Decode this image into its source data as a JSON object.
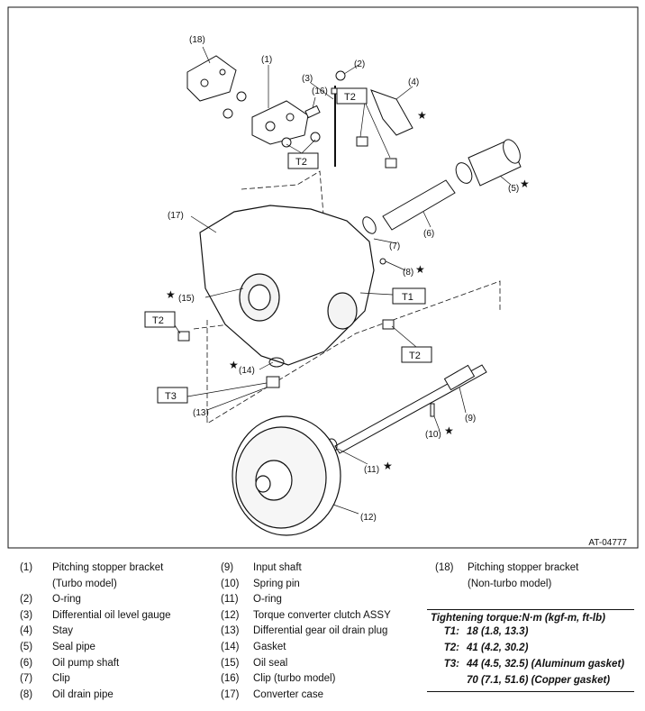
{
  "figure": {
    "reference": "AT-04777",
    "callouts": [
      "(1)",
      "(2)",
      "(3)",
      "(4)",
      "(5)",
      "(6)",
      "(7)",
      "(8)",
      "(9)",
      "(10)",
      "(11)",
      "(12)",
      "(13)",
      "(14)",
      "(15)",
      "(16)",
      "(17)",
      "(18)"
    ],
    "torque_boxes": [
      "T1",
      "T2",
      "T3"
    ]
  },
  "legend": {
    "col1": [
      {
        "num": "(1)",
        "text": "Pitching stopper bracket\n(Turbo model)"
      },
      {
        "num": "(2)",
        "text": "O-ring"
      },
      {
        "num": "(3)",
        "text": "Differential oil level gauge"
      },
      {
        "num": "(4)",
        "text": "Stay"
      },
      {
        "num": "(5)",
        "text": "Seal pipe"
      },
      {
        "num": "(6)",
        "text": "Oil pump shaft"
      },
      {
        "num": "(7)",
        "text": "Clip"
      },
      {
        "num": "(8)",
        "text": "Oil drain pipe"
      }
    ],
    "col2": [
      {
        "num": "(9)",
        "text": "Input shaft"
      },
      {
        "num": "(10)",
        "text": "Spring pin"
      },
      {
        "num": "(11)",
        "text": "O-ring"
      },
      {
        "num": "(12)",
        "text": "Torque converter clutch ASSY"
      },
      {
        "num": "(13)",
        "text": "Differential gear oil drain plug"
      },
      {
        "num": "(14)",
        "text": "Gasket"
      },
      {
        "num": "(15)",
        "text": "Oil seal"
      },
      {
        "num": "(16)",
        "text": "Clip (turbo model)"
      },
      {
        "num": "(17)",
        "text": "Converter case"
      }
    ],
    "col3": [
      {
        "num": "(18)",
        "text": "Pitching stopper bracket\n(Non-turbo model)"
      }
    ]
  },
  "torque": {
    "title": "Tightening torque:N·m (kgf-m, ft-lb)",
    "rows": [
      {
        "key": "T1:",
        "value": "18 (1.8, 13.3)"
      },
      {
        "key": "T2:",
        "value": "41 (4.2, 30.2)"
      },
      {
        "key": "T3:",
        "value": "44 (4.5, 32.5) (Aluminum gasket)"
      },
      {
        "key": "",
        "value": "70 (7.1, 51.6) (Copper gasket)"
      }
    ]
  }
}
